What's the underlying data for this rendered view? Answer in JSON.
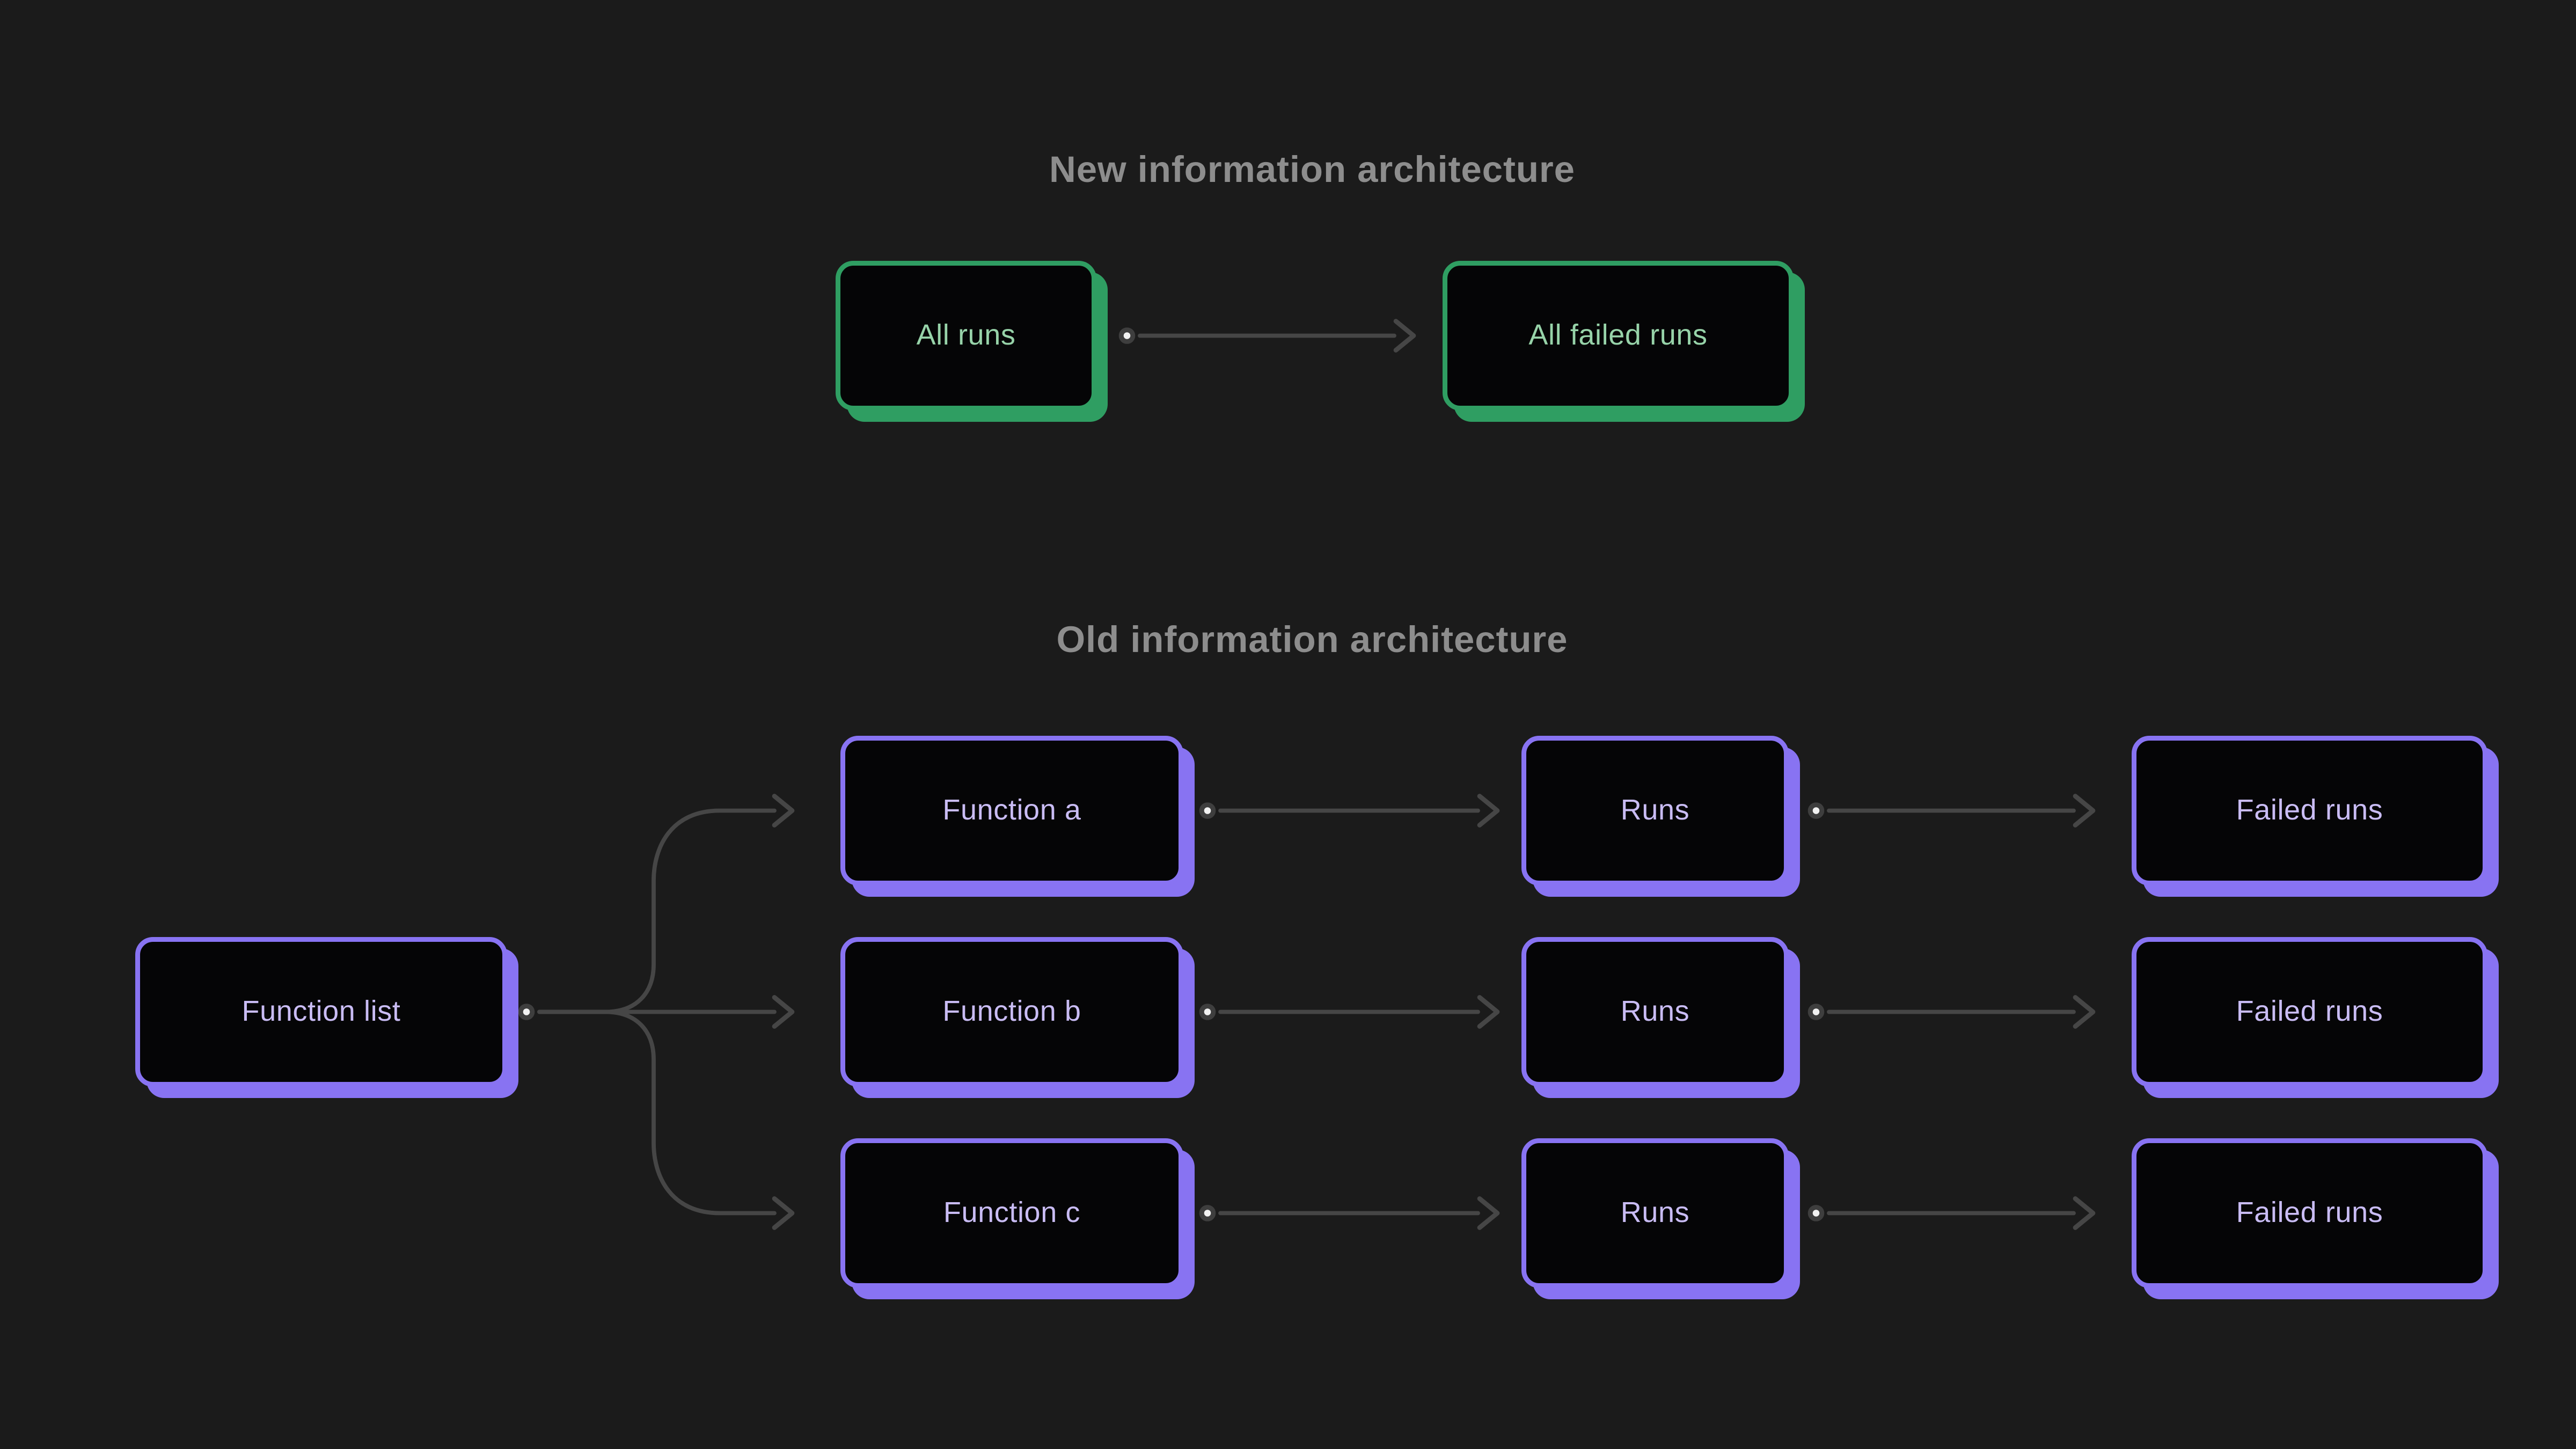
{
  "colors": {
    "background": "#1b1b1b",
    "box_fill": "#050506",
    "green_accent": "#2f9e62",
    "green_text": "#97d3a9",
    "purple_accent": "#8873f2",
    "purple_text": "#c9bcf4",
    "title_text": "#8d8d8d",
    "connector": "#464646",
    "dot_fill": "#f2f2f2",
    "dot_ring": "#3e3e3e"
  },
  "icons": {
    "arrowhead": "chevron-right-arrowhead",
    "connector_dot": "white-dot-with-dark-ring"
  },
  "new_section": {
    "title": "New information architecture",
    "nodes": {
      "all_runs": "All runs",
      "all_failed_runs": "All failed runs"
    }
  },
  "old_section": {
    "title": "Old information architecture",
    "nodes": {
      "function_list": "Function list",
      "function_a": "Function a",
      "function_b": "Function b",
      "function_c": "Function c",
      "runs_a": "Runs",
      "runs_b": "Runs",
      "runs_c": "Runs",
      "failed_runs_a": "Failed runs",
      "failed_runs_b": "Failed runs",
      "failed_runs_c": "Failed runs"
    }
  }
}
